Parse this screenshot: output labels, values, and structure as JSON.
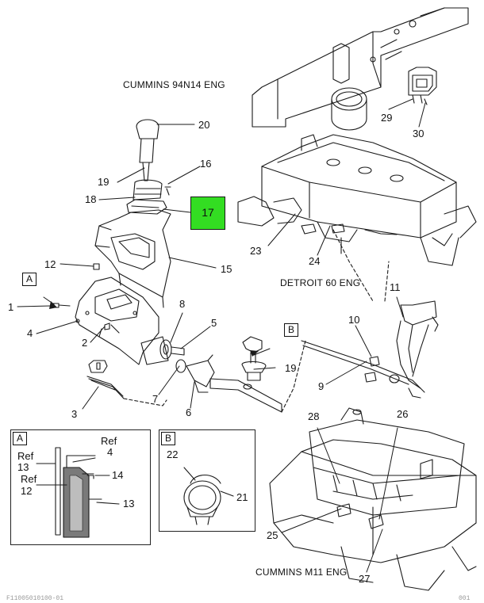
{
  "engines": {
    "cummins_n14": "CUMMINS 94N14 ENG",
    "detroit_60": "DETROIT 60 ENG",
    "cummins_m11": "CUMMINS M11 ENG"
  },
  "callouts": {
    "c1": "1",
    "c2": "2",
    "c3": "3",
    "c4": "4",
    "c5": "5",
    "c6": "6",
    "c7": "7",
    "c8": "8",
    "c9": "9",
    "c10": "10",
    "c11": "11",
    "c12": "12",
    "c15": "15",
    "c16": "16",
    "c17": "17",
    "c18": "18",
    "c19a": "19",
    "c19b": "19",
    "c20": "20",
    "c23": "23",
    "c24": "24",
    "c25": "25",
    "c26": "26",
    "c27": "27",
    "c28": "28",
    "c29": "29",
    "c30": "30"
  },
  "highlight": {
    "color": "#33dd22"
  },
  "view_tags": {
    "a_main": "A",
    "b_main": "B",
    "a_detail": "A",
    "b_detail": "B"
  },
  "detail_a": {
    "ref4_top": "Ref",
    "ref4_num": "4",
    "ref13_top": "Ref",
    "ref13_num": "13",
    "ref12_top": "Ref",
    "ref12_num": "12",
    "c14": "14",
    "c13": "13"
  },
  "detail_b": {
    "c22": "22",
    "c21": "21"
  },
  "footer": {
    "left": "F11005010100-01",
    "right": "001"
  }
}
